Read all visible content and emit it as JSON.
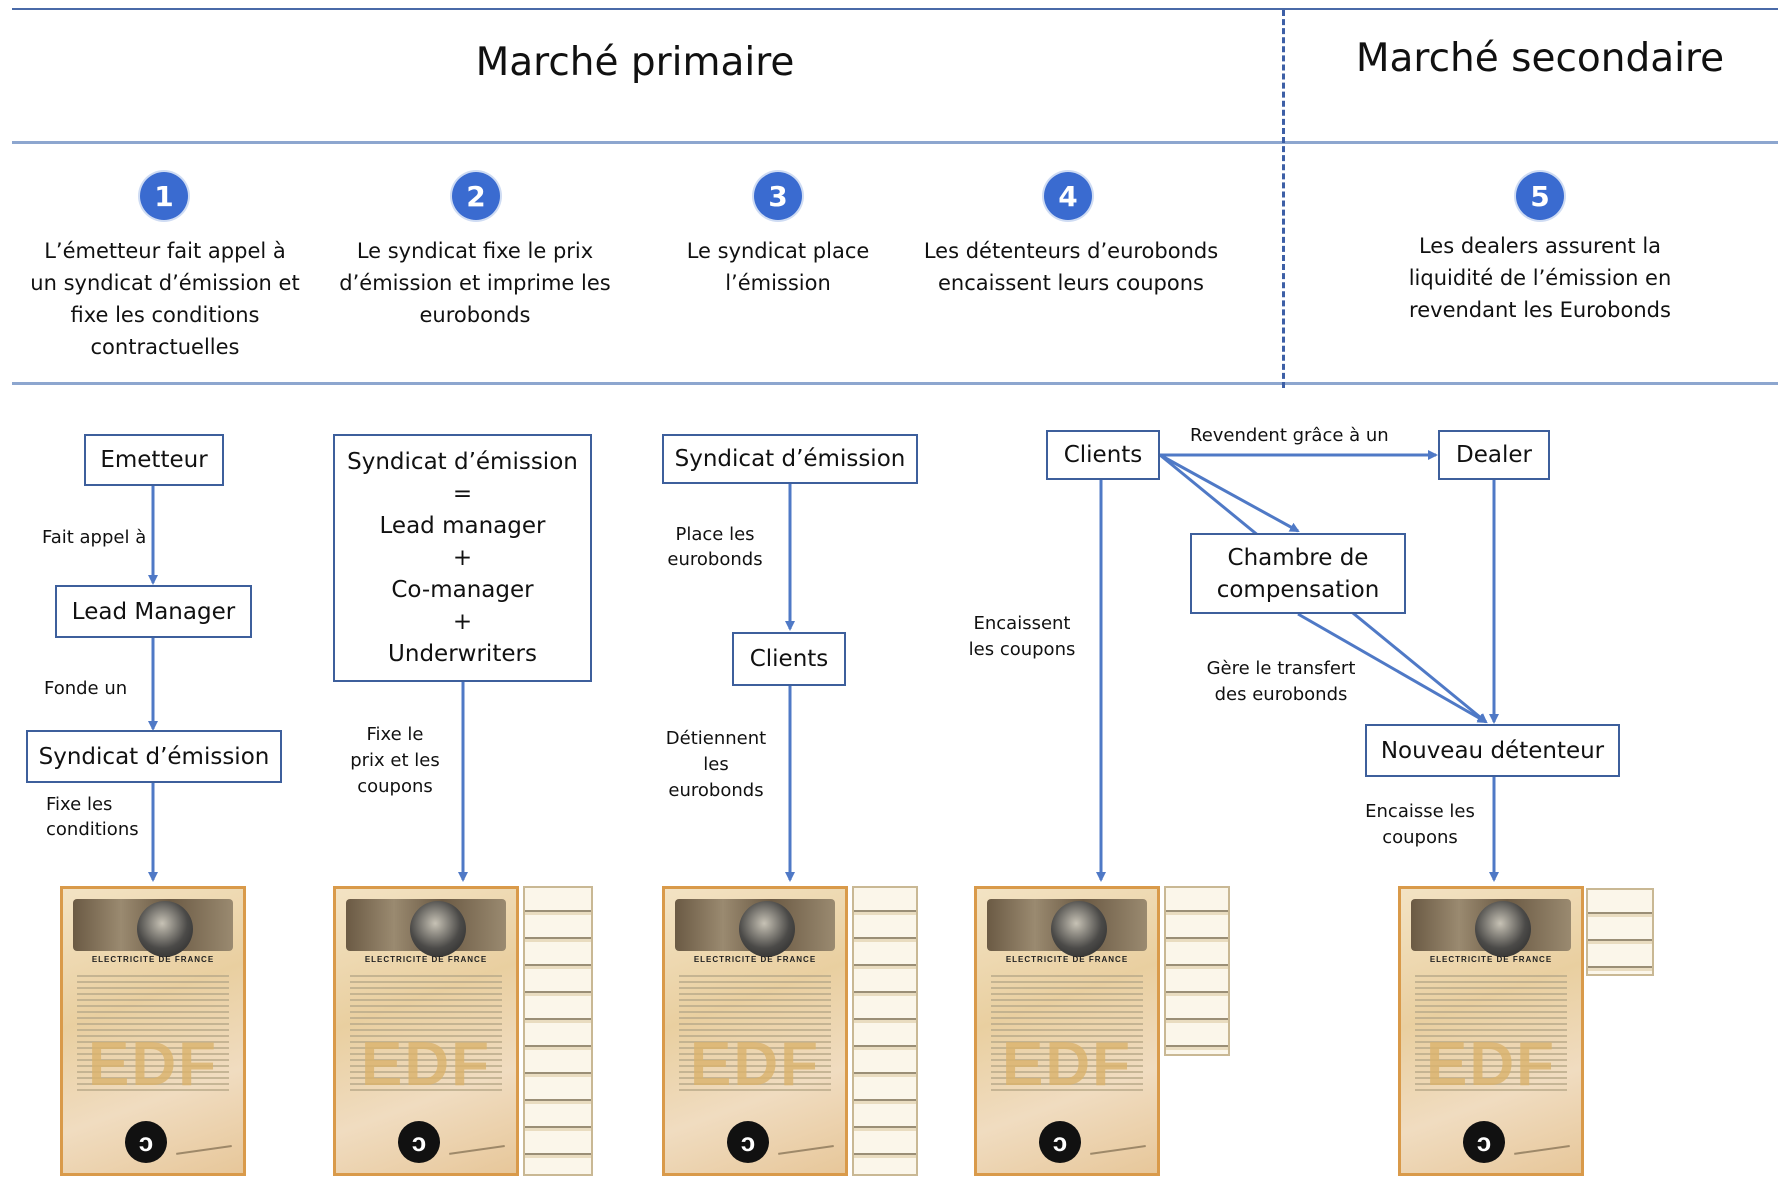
{
  "sections": {
    "primary": "Marché primaire",
    "secondary": "Marché secondaire"
  },
  "steps": [
    {
      "num": "1",
      "text": "L’émetteur fait appel à un syndicat d’émission et fixe les conditions contractuelles"
    },
    {
      "num": "2",
      "text": "Le syndicat fixe le prix d’émission et imprime les eurobonds"
    },
    {
      "num": "3",
      "text": "Le syndicat place l’émission"
    },
    {
      "num": "4",
      "text": "Les détenteurs d’eurobonds encaissent leurs coupons"
    },
    {
      "num": "5",
      "text": "Les dealers assurent la liquidité de l’émission en revendant les Eurobonds"
    }
  ],
  "col1": {
    "box1": "Emetteur",
    "label1": "Fait appel à",
    "box2": "Lead Manager",
    "label2": "Fonde un",
    "box3": "Syndicat d’émission",
    "label3a": "Fixe les",
    "label3b": "conditions"
  },
  "col2": {
    "lines": [
      "Syndicat d’émission",
      "=",
      "Lead manager",
      "+",
      "Co-manager",
      "+",
      "Underwriters"
    ],
    "label_a": "Fixe le",
    "label_b": "prix et les",
    "label_c": "coupons"
  },
  "col3": {
    "box1": "Syndicat d’émission",
    "label1a": "Place les",
    "label1b": "eurobonds",
    "box2": "Clients",
    "label2a": "Détiennent",
    "label2b": "les",
    "label2c": "eurobonds"
  },
  "col4": {
    "clients": "Clients",
    "label_enc_a": "Encaissent",
    "label_enc_b": "les coupons",
    "label_revendent": "Revendent grâce à un",
    "dealer": "Dealer",
    "chambre_a": "Chambre de",
    "chambre_b": "compensation",
    "label_gere_a": "Gère le transfert",
    "label_gere_b": "des eurobonds",
    "nouveau": "Nouveau détenteur",
    "label_enc2_a": "Encaisse les",
    "label_enc2_b": "coupons"
  },
  "bond": {
    "issuer": "ELECTRICITE DE FRANCE",
    "watermark": "EDF"
  },
  "colors": {
    "arrow": "#4f79c6",
    "box_border": "#3d5f9c",
    "step_circle": "#3a6bd0"
  }
}
